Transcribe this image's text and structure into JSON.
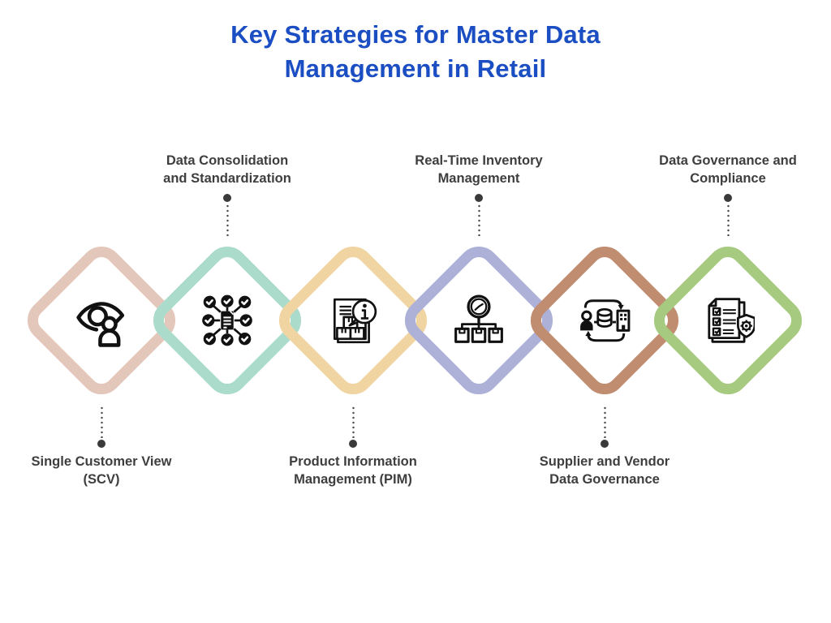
{
  "title": {
    "line1": "Key Strategies for Master Data",
    "line2": "Management in Retail",
    "color": "#1B4EC2"
  },
  "colors": {
    "label_text": "#3E3E3E",
    "connector": "#3A3A3A",
    "icon_stroke": "#111111",
    "background": "#FFFFFF"
  },
  "strategies": [
    {
      "label_line1": "Single Customer View",
      "label_line2": "(SCV)",
      "label_position": "bottom",
      "diamond_color": "#E4C7BB",
      "icon": "eye-person-icon"
    },
    {
      "label_line1": "Data Consolidation",
      "label_line2": "and Standardization",
      "label_position": "top",
      "diamond_color": "#ABDCCB",
      "icon": "document-checkmarks-icon"
    },
    {
      "label_line1": "Product Information",
      "label_line2": "Management (PIM)",
      "label_position": "bottom",
      "diamond_color": "#F0D5A3",
      "icon": "boxes-info-bubble-icon"
    },
    {
      "label_line1": "Real-Time Inventory",
      "label_line2": "Management",
      "label_position": "top",
      "diamond_color": "#ADB1D7",
      "icon": "clock-inventory-boxes-icon"
    },
    {
      "label_line1": "Supplier and Vendor",
      "label_line2": "Data Governance",
      "label_position": "bottom",
      "diamond_color": "#C08D70",
      "icon": "person-database-building-sync-icon"
    },
    {
      "label_line1": "Data Governance and",
      "label_line2": "Compliance",
      "label_position": "top",
      "diamond_color": "#A6CA7F",
      "icon": "checklist-shield-gear-icon"
    }
  ]
}
